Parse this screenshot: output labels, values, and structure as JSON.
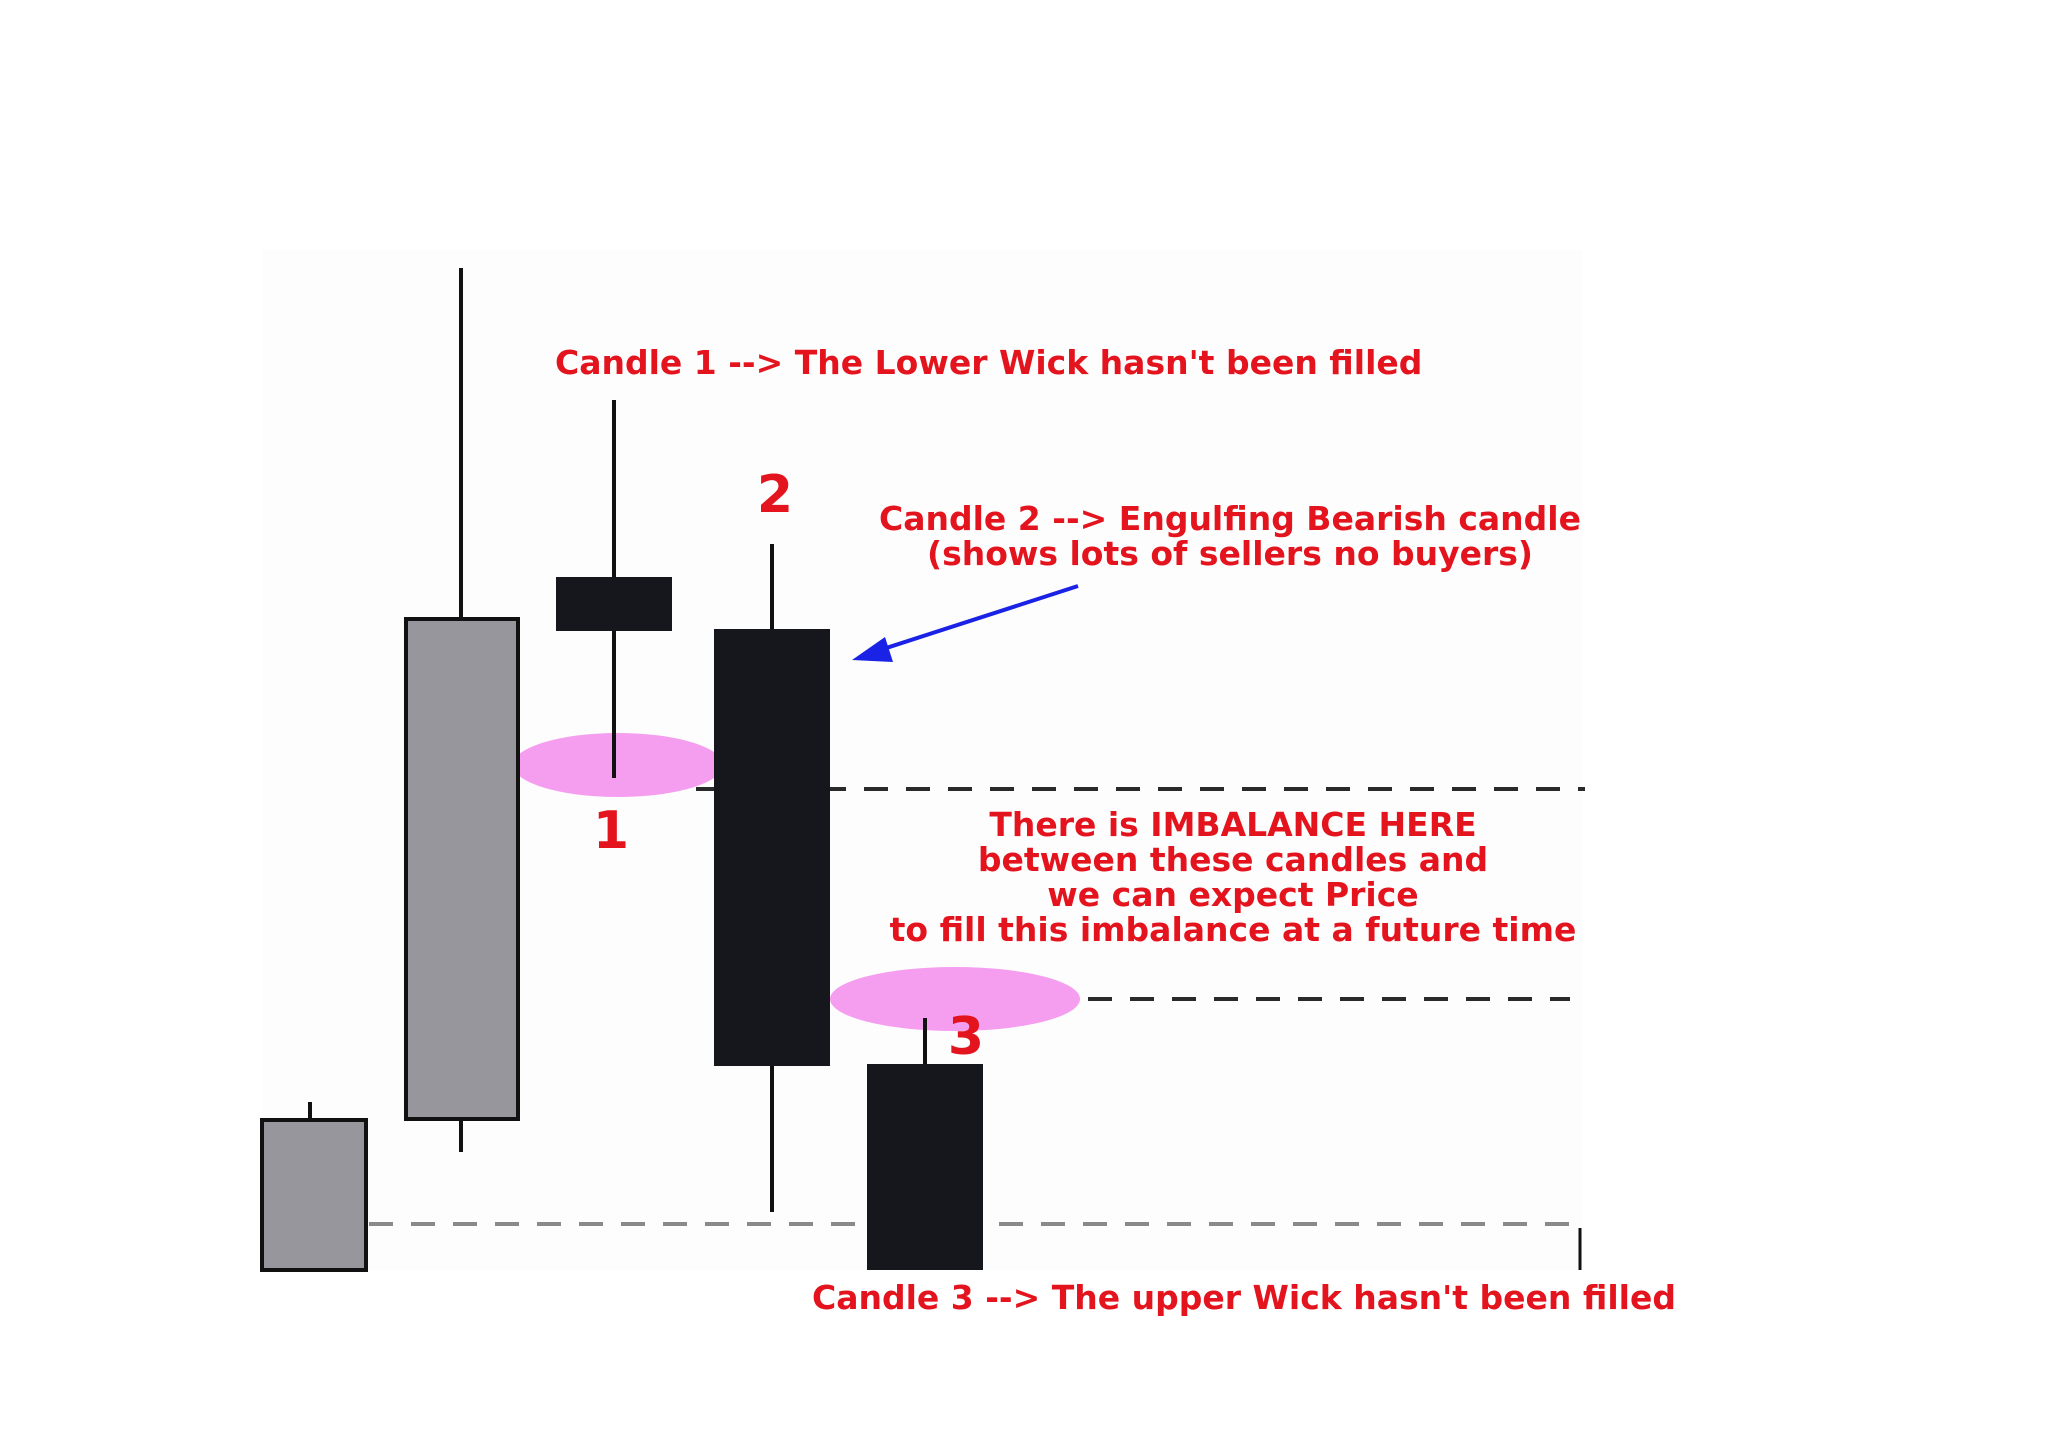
{
  "colors": {
    "background": "#ffffff",
    "label_red": "#e3141d",
    "bullish_body": "#96969c",
    "bearish_body": "#16171d",
    "wick": "#111111",
    "imbalance_highlight": "#f59ef0",
    "arrow_blue": "#1a22e6",
    "dash_line": "#2a2a2a",
    "dash_line_light": "#8a8a8a"
  },
  "annotations": {
    "candle1_note": "Candle 1 --> The Lower Wick hasn't been filled",
    "candle2_note_line1": "Candle 2 --> Engulfing Bearish candle",
    "candle2_note_line2": "(shows lots of sellers no buyers)",
    "imbalance_line1": "There is IMBALANCE HERE",
    "imbalance_line2": "between these candles and",
    "imbalance_line3": "we can expect Price",
    "imbalance_line4": "to fill this imbalance at a future time",
    "candle3_note": "Candle 3 --> The upper Wick hasn't been filled"
  },
  "markers": {
    "one": "1",
    "two": "2",
    "three": "3"
  },
  "candles": [
    {
      "id": "candle-a",
      "direction": "bullish"
    },
    {
      "id": "candle-b",
      "direction": "bullish"
    },
    {
      "id": "candle-1",
      "direction": "bearish"
    },
    {
      "id": "candle-2",
      "direction": "bearish"
    },
    {
      "id": "candle-3",
      "direction": "bearish"
    }
  ]
}
